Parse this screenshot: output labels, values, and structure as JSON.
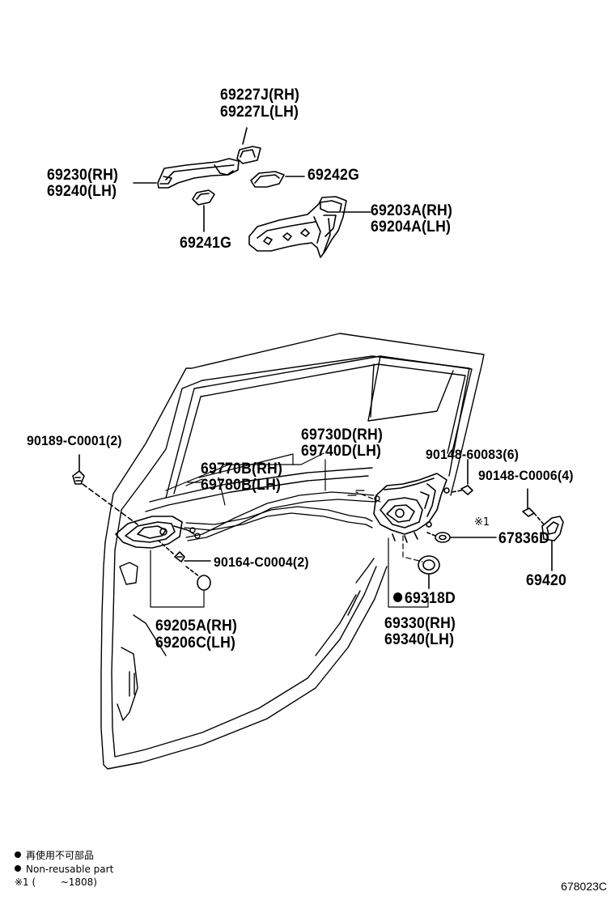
{
  "parts": {
    "p69227_rh": "69227J(RH)",
    "p69227_lh": "69227L(LH)",
    "p69230_rh": "69230(RH)",
    "p69240_lh": "69240(LH)",
    "p69242g": "69242G",
    "p69203a_rh": "69203A(RH)",
    "p69204a_lh": "69204A(LH)",
    "p69241g": "69241G",
    "p90189": "90189-C0001(2)",
    "p69730d_rh": "69730D(RH)",
    "p69740d_lh": "69740D(LH)",
    "p90148_60083": "90148-60083(6)",
    "p69770b_rh": "69770B(RH)",
    "p69780b_lh": "69780B(LH)",
    "p90148_c0006": "90148-C0006(4)",
    "note1_mark": "※1",
    "p67836d": "67836D",
    "p90164": "90164-C0004(2)",
    "p69420": "69420",
    "p69318d": "69318D",
    "p69205a_rh": "69205A(RH)",
    "p69206c_lh": "69206C(LH)",
    "p69330_rh": "69330(RH)",
    "p69340_lh": "69340(LH)"
  },
  "legend": {
    "non_reusable_jp": "再使用不可部品",
    "non_reusable_en": "Non-reusable part",
    "note1": "※1 (        ~1808)"
  },
  "figure_id": "678023C"
}
